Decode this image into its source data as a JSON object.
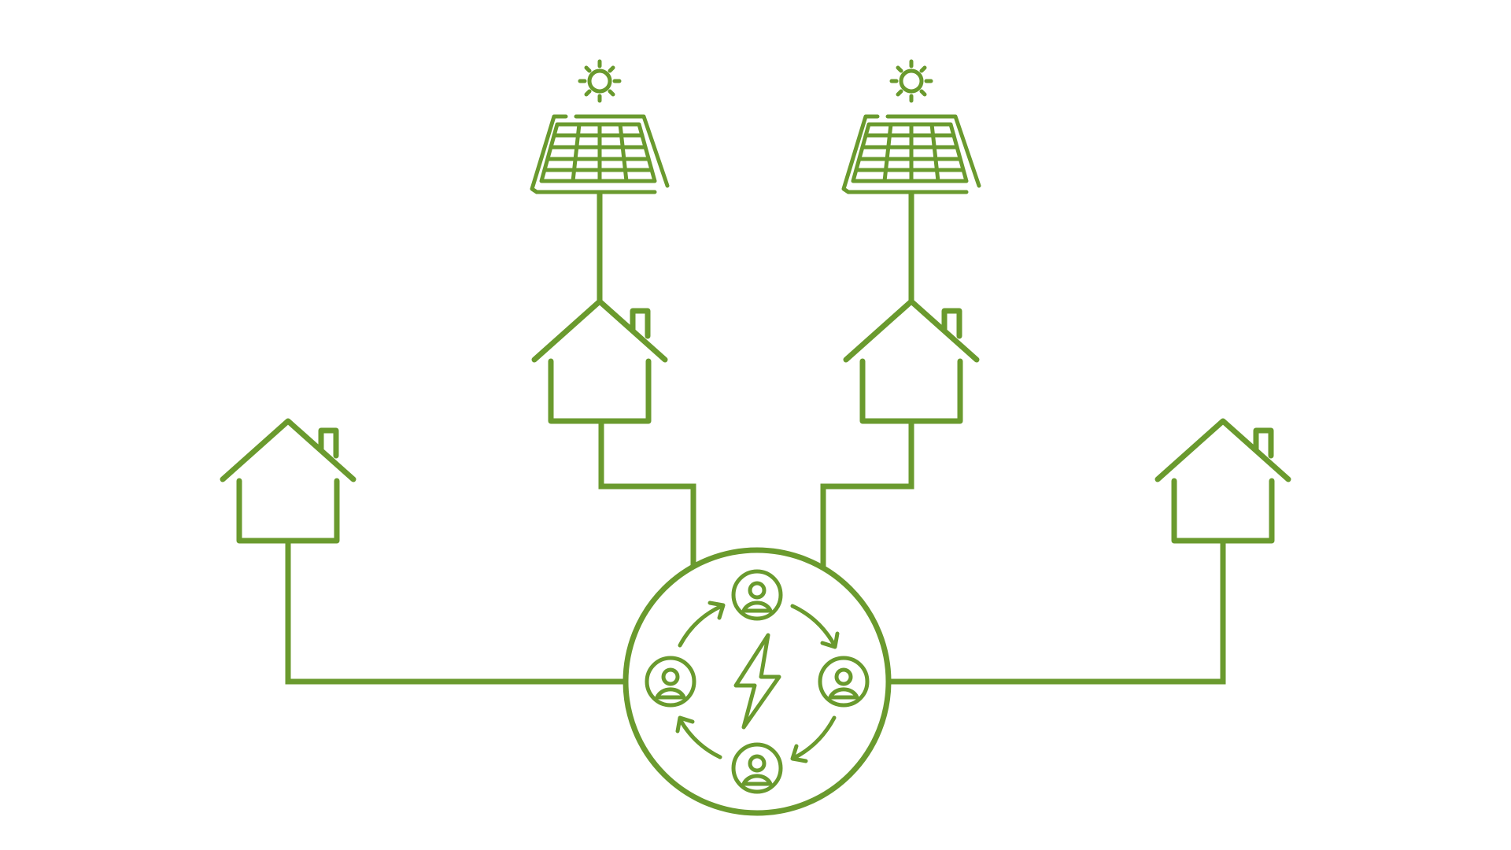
{
  "colors": {
    "background": "#ffffff",
    "line": "#6a9a2e"
  },
  "icons": {
    "house": "house-icon",
    "solar_panel": "solar-panel-icon",
    "sun": "sun-icon",
    "community": "energy-community-icon",
    "person": "person-icon",
    "lightning": "lightning-bolt-icon",
    "cycle_arrow": "cycle-arrow-icon"
  },
  "nodes": {
    "houses": [
      {
        "id": "house-left",
        "has_solar": false
      },
      {
        "id": "house-solar-left",
        "has_solar": true
      },
      {
        "id": "house-solar-right",
        "has_solar": true
      },
      {
        "id": "house-right",
        "has_solar": false
      }
    ],
    "hub": {
      "id": "energy-community-hub",
      "members": 4
    }
  }
}
